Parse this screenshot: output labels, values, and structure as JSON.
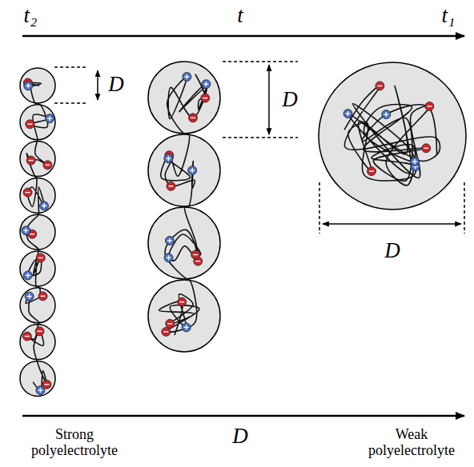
{
  "diagram": {
    "labels": [
      "t₂",
      "t",
      "t₁",
      "D",
      "D",
      "D",
      "D",
      "Strong polyelectrolyte",
      "Weak polyelectrolyte"
    ]
  }
}
